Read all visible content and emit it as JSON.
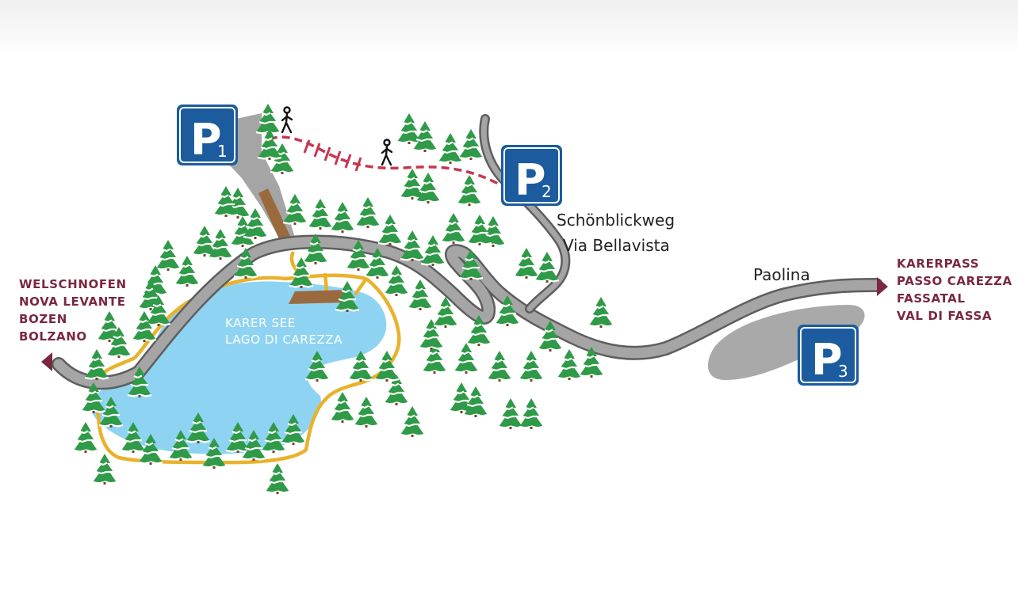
{
  "labels": {
    "left_destination": [
      "WELSCHNOFEN",
      "NOVA LEVANTE",
      "BOZEN",
      "BOLZANO"
    ],
    "right_destination": [
      "KARERPASS",
      "PASSO CAREZZA",
      "FASSATAL",
      "VAL DI FASSA"
    ],
    "lake": [
      "KARER SEE",
      "LAGO DI CAREZZA"
    ],
    "road_schoenblick": [
      "Schönblickweg",
      "Via Bellavista"
    ],
    "road_paolina": "Paolina"
  },
  "parking": [
    {
      "letter": "P",
      "number": "1"
    },
    {
      "letter": "P",
      "number": "2"
    },
    {
      "letter": "P",
      "number": "3"
    }
  ],
  "icons": [
    "hiker-icon",
    "hiker-icon",
    "arrow-left-icon",
    "arrow-right-icon",
    "parking-icon",
    "spruce-tree-icon"
  ],
  "colors": {
    "parking_blue": "#1b5b9e",
    "road_gray": "#a5a5a5",
    "road_outline": "#5e5e5e",
    "lake_blue": "#8fd3f2",
    "trail_yellow": "#e9b22c",
    "walk_path_red": "#c6374f",
    "destination_maroon": "#7a2840",
    "tree_green": "#2f9a47",
    "boardwalk_brown": "#9a6a3e"
  }
}
